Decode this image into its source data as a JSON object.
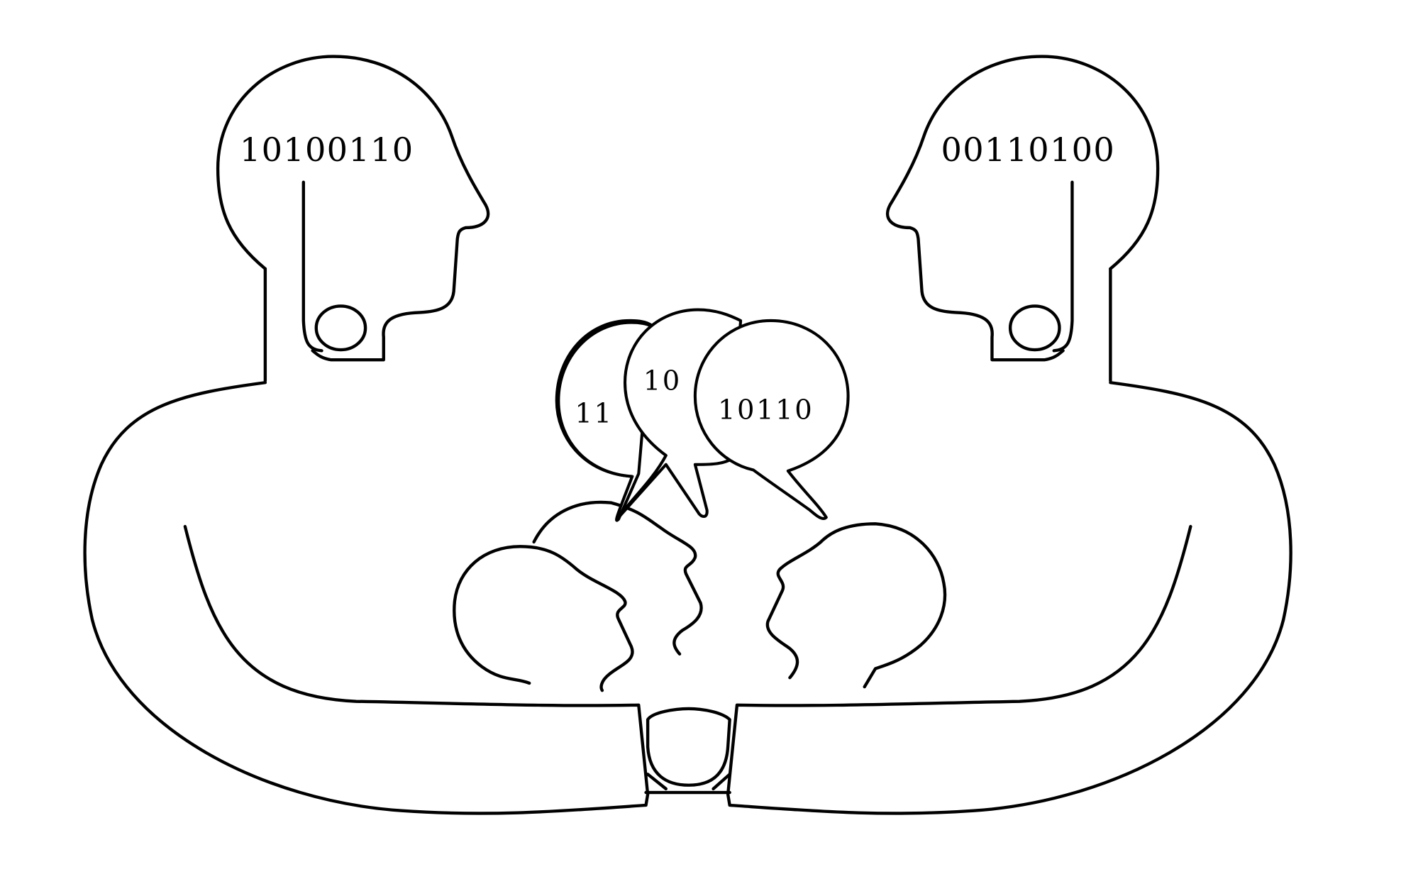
{
  "left_person": {
    "thought": "10100110"
  },
  "right_person": {
    "thought": "00110100"
  },
  "speech_bubbles": [
    {
      "text": "11"
    },
    {
      "text": "10"
    },
    {
      "text": "10110"
    }
  ],
  "colors": {
    "stroke": "#000000",
    "background": "#ffffff"
  }
}
